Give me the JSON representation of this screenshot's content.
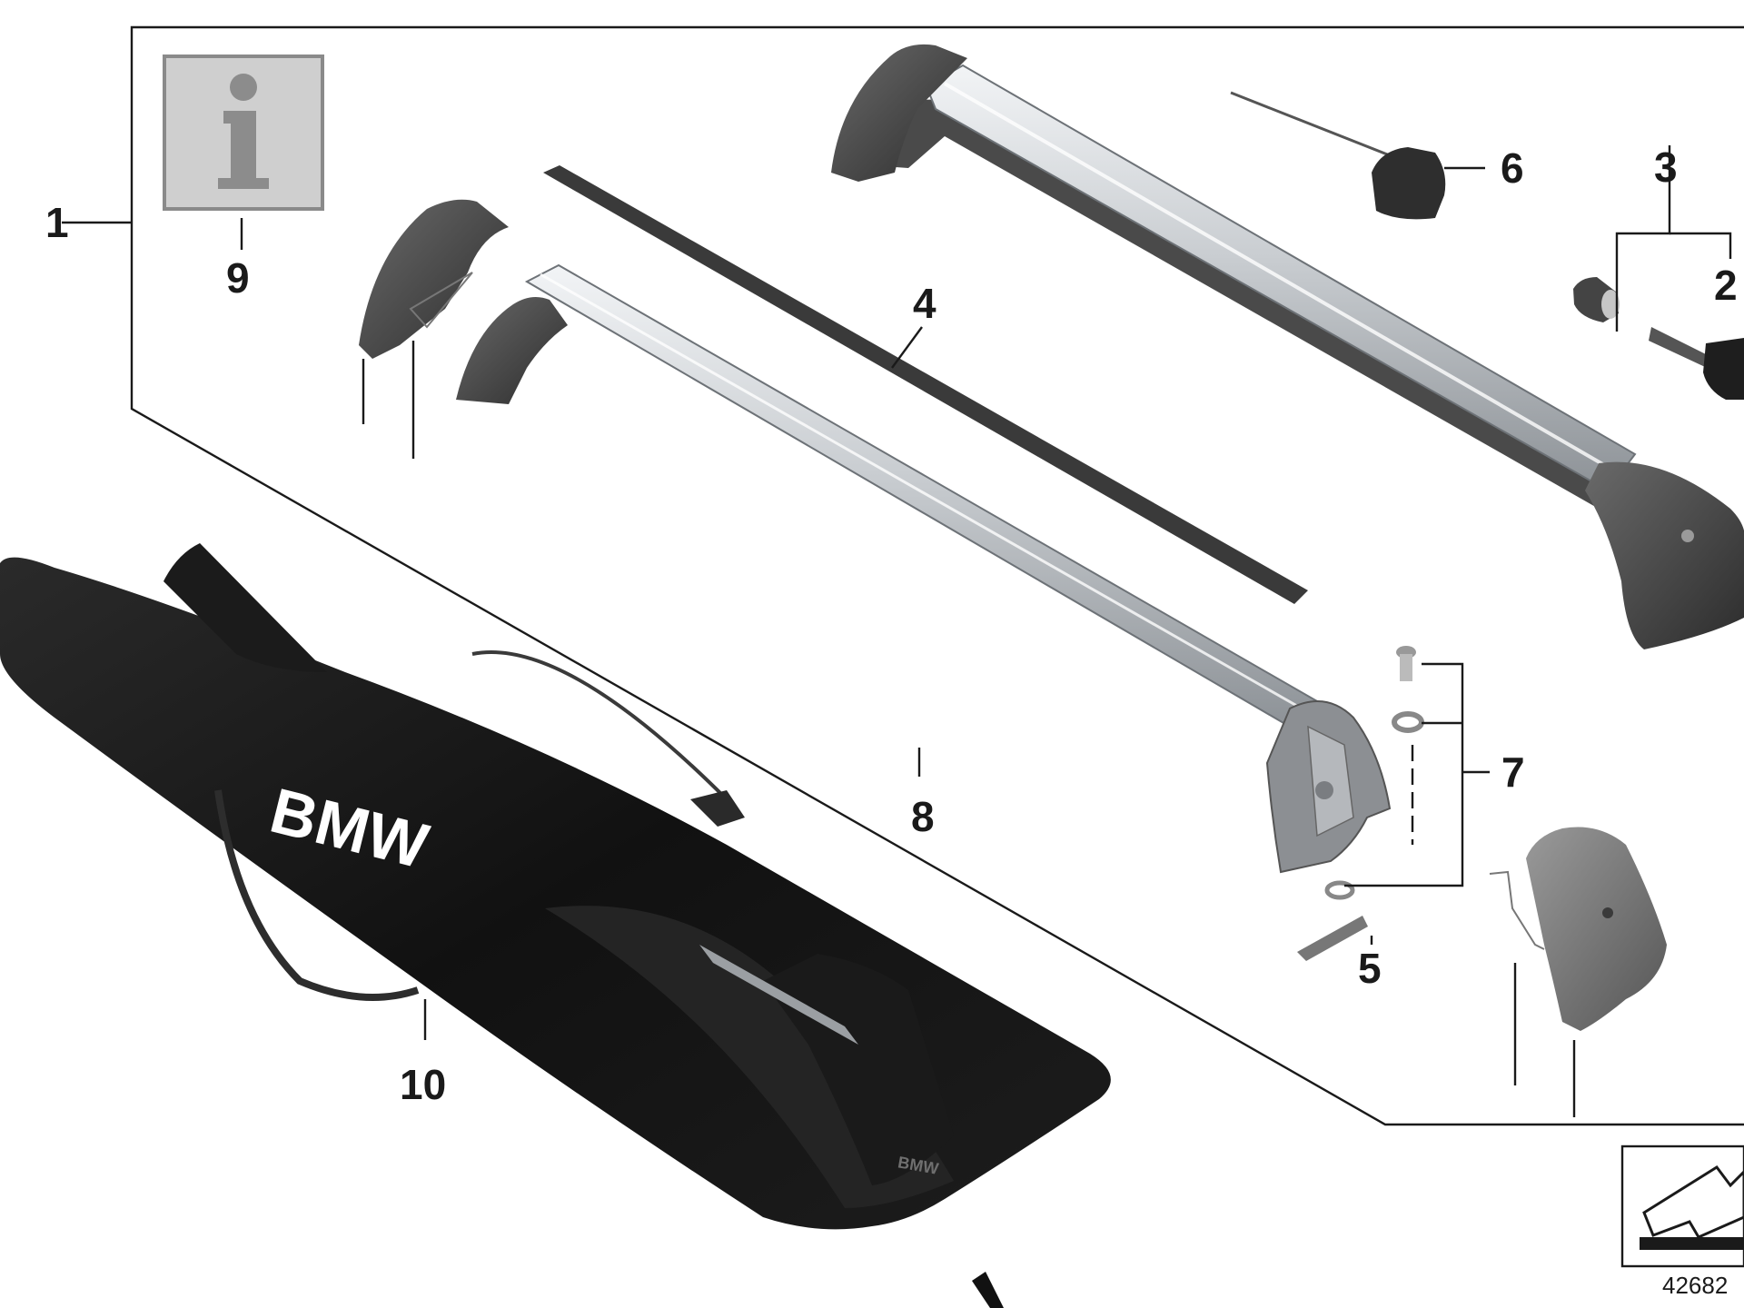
{
  "callouts": {
    "c1": "1",
    "c2": "2",
    "c3": "3",
    "c4": "4",
    "c5": "5",
    "c6": "6",
    "c7": "7",
    "c8": "8",
    "c9": "9",
    "c10": "10"
  },
  "bag_logo": "BMW",
  "foot_logo": "BMW",
  "info_symbol": "i",
  "reference_code": "42682",
  "icons": {
    "info": "info-icon",
    "orientation": "orientation-arrow-icon"
  },
  "colors": {
    "bar_silver": "#c9cdd1",
    "plastic_dark": "#3a3a3a",
    "bag_black": "#121212",
    "line": "#1a1a1a"
  }
}
